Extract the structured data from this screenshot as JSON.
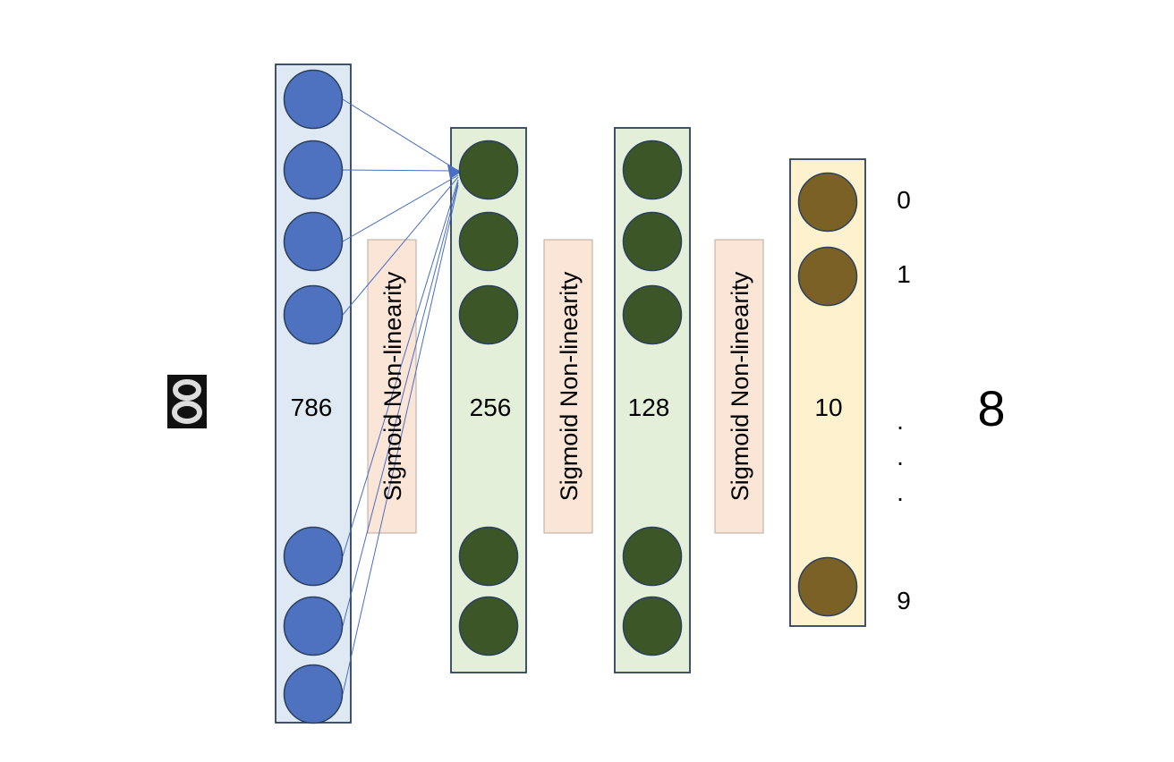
{
  "colors": {
    "input_box": "#dfe9f4",
    "input_node": "#4f72c0",
    "hidden_box": "#e3efd8",
    "hidden_node": "#3c5628",
    "output_box": "#fdf2cd",
    "output_node": "#7b6126",
    "activation_box": "#fbe5d7",
    "border": "#2b3f5e",
    "connection": "#4a6ec2"
  },
  "input_image": {
    "name": "digit-8-thumbnail",
    "depicts": "handwritten digit 8"
  },
  "layers": {
    "input": {
      "count": "786"
    },
    "hidden1": {
      "count": "256"
    },
    "hidden2": {
      "count": "128"
    },
    "output": {
      "count": "10"
    }
  },
  "activations": [
    {
      "label": "Sigmoid Non-linearity"
    },
    {
      "label": "Sigmoid Non-linearity"
    },
    {
      "label": "Sigmoid Non-linearity"
    }
  ],
  "output_labels": {
    "first": "0",
    "second": "1",
    "ellipsis": ".",
    "last": "9"
  },
  "prediction": "8"
}
